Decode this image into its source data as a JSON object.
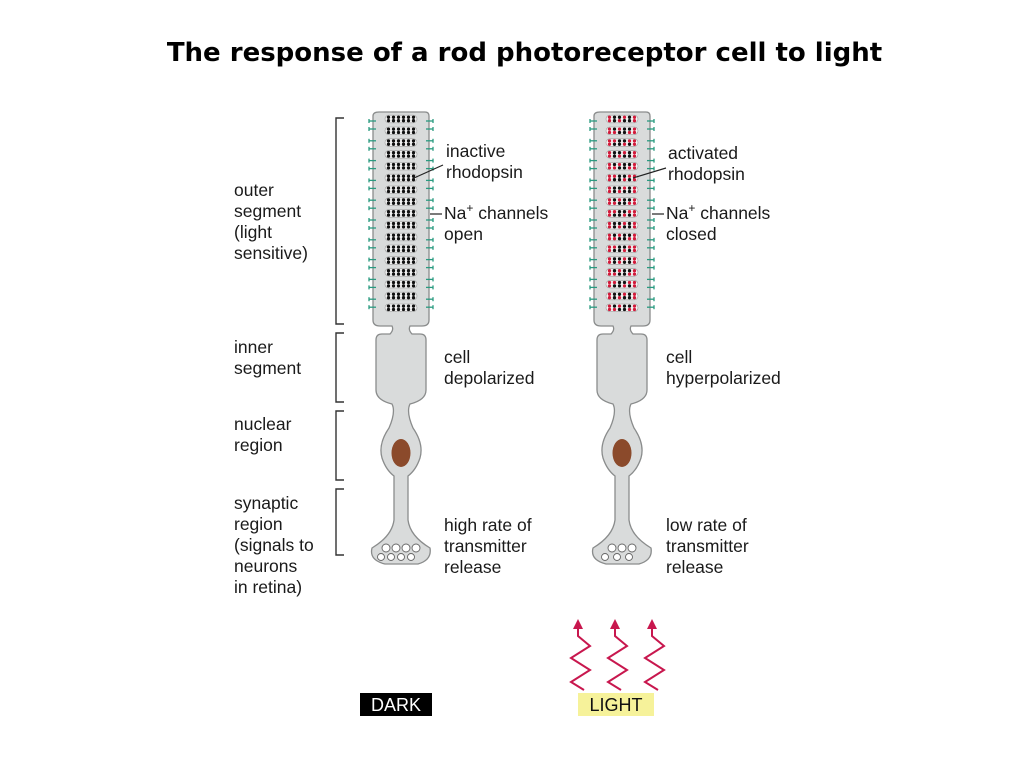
{
  "title": "The response of a rod photoreceptor cell to light",
  "regions": {
    "outer": [
      "outer",
      "segment",
      "(light",
      "sensitive)"
    ],
    "inner": [
      "inner",
      "segment"
    ],
    "nuclear": [
      "nuclear",
      "region"
    ],
    "synaptic": [
      "synaptic",
      "region",
      "(signals to",
      "neurons",
      "in retina)"
    ]
  },
  "dark": {
    "badge": "DARK",
    "rhodopsin": [
      "inactive",
      "rhodopsin"
    ],
    "channels_na": "Na",
    "channels_plus": "+",
    "channels_rest": " channels",
    "channels_state": "open",
    "cell_state": [
      "cell",
      "depolarized"
    ],
    "release": [
      "high rate of",
      "transmitter",
      "release"
    ]
  },
  "light": {
    "badge": "LIGHT",
    "rhodopsin": [
      "activated",
      "rhodopsin"
    ],
    "channels_na": "Na",
    "channels_plus": "+",
    "channels_rest": " channels",
    "channels_state": "closed",
    "cell_state": [
      "cell",
      "hyperpolarized"
    ],
    "release": [
      "low rate of",
      "transmitter",
      "release"
    ]
  },
  "colors": {
    "cell_fill": "#d9dbdb",
    "cell_stroke": "#8a8c8c",
    "channel": "#2a9a80",
    "rhodopsin_dark": "#111111",
    "rhodopsin_active": "#d11a3a",
    "nucleus": "#8b4a2b",
    "light_wave": "#c8174e",
    "dark_badge_bg": "#000000",
    "light_badge_bg": "#f6f29a"
  }
}
